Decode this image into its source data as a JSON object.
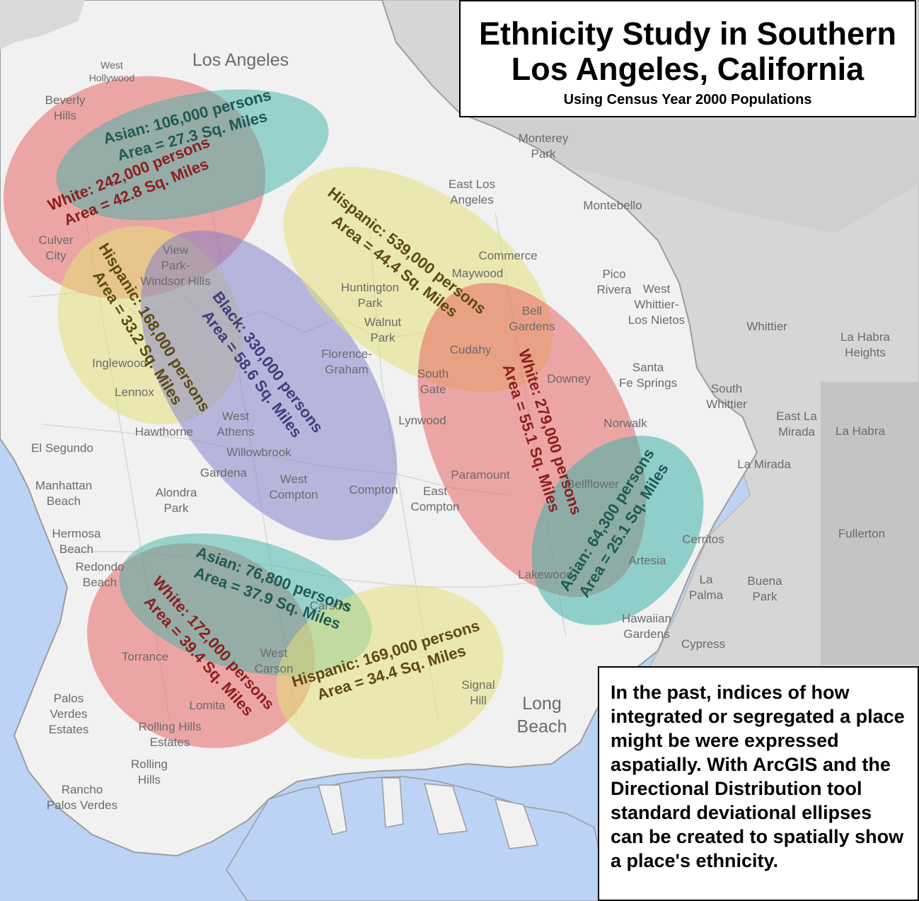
{
  "title": {
    "line1": "Ethnicity Study in Southern",
    "line2": "Los Angeles, California",
    "subtitle": "Using Census Year 2000 Populations"
  },
  "note": "In the past, indices of how integrated or segregated a place might be were expressed aspatially.  With ArcGIS and the Directional Distribution tool standard deviational ellipses can be created to spatially show a place's ethnicity.",
  "colors": {
    "water": "#bcd3f5",
    "land": "#f1f1f1",
    "county_east": "#d4d4d4",
    "asian": "#3fb3a8",
    "white": "#e8595a",
    "hispanic": "#e4e07a",
    "black": "#7c7bc9",
    "asian_text": "#1f5a55",
    "white_text": "#8b1e1e",
    "hispanic_text": "#5b4a12",
    "black_text": "#3f3d7a"
  },
  "places": [
    {
      "id": "west-hollywood",
      "lines": [
        "West",
        "Hollywood"
      ],
      "small": true
    },
    {
      "id": "los-angeles",
      "lines": [
        "Los Angeles"
      ],
      "large": true
    },
    {
      "id": "beverly-hills",
      "lines": [
        "Beverly",
        "Hills"
      ]
    },
    {
      "id": "monterey-park",
      "lines": [
        "Monterey",
        "Park"
      ]
    },
    {
      "id": "east-los-angeles",
      "lines": [
        "East Los",
        "Angeles"
      ]
    },
    {
      "id": "montebello",
      "lines": [
        "Montebello"
      ]
    },
    {
      "id": "culver-city",
      "lines": [
        "Culver",
        "City"
      ]
    },
    {
      "id": "view-park",
      "lines": [
        "View",
        "Park-",
        "Windsor Hills"
      ]
    },
    {
      "id": "commerce",
      "lines": [
        "Commerce"
      ]
    },
    {
      "id": "maywood",
      "lines": [
        "Maywood"
      ]
    },
    {
      "id": "pico-rivera",
      "lines": [
        "Pico",
        "Rivera"
      ]
    },
    {
      "id": "west-whittier",
      "lines": [
        "West",
        "Whittier-",
        "Los Nietos"
      ]
    },
    {
      "id": "huntington-park",
      "lines": [
        "Huntington",
        "Park"
      ]
    },
    {
      "id": "bell-gardens",
      "lines": [
        "Bell",
        "Gardens"
      ]
    },
    {
      "id": "walnut-park",
      "lines": [
        "Walnut",
        "Park"
      ]
    },
    {
      "id": "whittier",
      "lines": [
        "Whittier"
      ]
    },
    {
      "id": "la-habra-heights",
      "lines": [
        "La Habra",
        "Heights"
      ]
    },
    {
      "id": "cudahy",
      "lines": [
        "Cudahy"
      ]
    },
    {
      "id": "florence-graham",
      "lines": [
        "Florence-",
        "Graham"
      ]
    },
    {
      "id": "inglewood",
      "lines": [
        "Inglewood"
      ]
    },
    {
      "id": "south-gate",
      "lines": [
        "South",
        "Gate"
      ]
    },
    {
      "id": "downey",
      "lines": [
        "Downey"
      ]
    },
    {
      "id": "santa-fe-springs",
      "lines": [
        "Santa",
        "Fe Springs"
      ]
    },
    {
      "id": "south-whittier",
      "lines": [
        "South",
        "Whittier"
      ]
    },
    {
      "id": "lennox",
      "lines": [
        "Lennox"
      ]
    },
    {
      "id": "west-athens",
      "lines": [
        "West",
        "Athens"
      ]
    },
    {
      "id": "lynwood",
      "lines": [
        "Lynwood"
      ]
    },
    {
      "id": "east-la-mirada",
      "lines": [
        "East La",
        "Mirada"
      ]
    },
    {
      "id": "la-habra",
      "lines": [
        "La Habra"
      ]
    },
    {
      "id": "hawthorne",
      "lines": [
        "Hawthorne"
      ]
    },
    {
      "id": "norwalk",
      "lines": [
        "Norwalk"
      ]
    },
    {
      "id": "el-segundo",
      "lines": [
        "El Segundo"
      ]
    },
    {
      "id": "willowbrook",
      "lines": [
        "Willowbrook"
      ]
    },
    {
      "id": "la-mirada",
      "lines": [
        "La Mirada"
      ]
    },
    {
      "id": "gardena",
      "lines": [
        "Gardena"
      ]
    },
    {
      "id": "paramount",
      "lines": [
        "Paramount"
      ]
    },
    {
      "id": "manhattan-beach",
      "lines": [
        "Manhattan",
        "Beach"
      ]
    },
    {
      "id": "alondra-park",
      "lines": [
        "Alondra",
        "Park"
      ]
    },
    {
      "id": "west-compton",
      "lines": [
        "West",
        "Compton"
      ]
    },
    {
      "id": "compton",
      "lines": [
        "Compton"
      ]
    },
    {
      "id": "east-compton",
      "lines": [
        "East",
        "Compton"
      ]
    },
    {
      "id": "bellflower",
      "lines": [
        "Bellflower"
      ]
    },
    {
      "id": "hermosa-beach",
      "lines": [
        "Hermosa",
        "Beach"
      ]
    },
    {
      "id": "fullerton",
      "lines": [
        "Fullerton"
      ]
    },
    {
      "id": "cerritos",
      "lines": [
        "Cerritos"
      ]
    },
    {
      "id": "artesia",
      "lines": [
        "Artesia"
      ]
    },
    {
      "id": "redondo-beach",
      "lines": [
        "Redondo",
        "Beach"
      ]
    },
    {
      "id": "lakewood",
      "lines": [
        "Lakewood"
      ]
    },
    {
      "id": "la-palma",
      "lines": [
        "La",
        "Palma"
      ]
    },
    {
      "id": "buena-park",
      "lines": [
        "Buena",
        "Park"
      ]
    },
    {
      "id": "carson",
      "lines": [
        "Carson"
      ]
    },
    {
      "id": "hawaiian-gardens",
      "lines": [
        "Hawaiian",
        "Gardens"
      ]
    },
    {
      "id": "torrance",
      "lines": [
        "Torrance"
      ]
    },
    {
      "id": "west-carson",
      "lines": [
        "West",
        "Carson"
      ]
    },
    {
      "id": "cypress",
      "lines": [
        "Cypress"
      ]
    },
    {
      "id": "signal-hill",
      "lines": [
        "Signal",
        "Hill"
      ]
    },
    {
      "id": "palos-verdes-estates",
      "lines": [
        "Palos",
        "Verdes",
        "Estates"
      ]
    },
    {
      "id": "lomita",
      "lines": [
        "Lomita"
      ]
    },
    {
      "id": "long-beach",
      "lines": [
        "Long",
        "Beach"
      ],
      "large": true
    },
    {
      "id": "rolling-hills-estates",
      "lines": [
        "Rolling Hills",
        "Estates"
      ]
    },
    {
      "id": "rolling-hills",
      "lines": [
        "Rolling",
        "Hills"
      ]
    },
    {
      "id": "rancho-palos-verdes",
      "lines": [
        "Rancho",
        "Palos Verdes"
      ]
    }
  ],
  "ellipses": [
    {
      "id": "white-west",
      "group": "White",
      "lines": [
        "White: 242,000 persons",
        "Area = 42.8 Sq. Miles"
      ]
    },
    {
      "id": "asian-west",
      "group": "Asian",
      "lines": [
        "Asian: 106,000 persons",
        "Area = 27.3 Sq. Miles"
      ]
    },
    {
      "id": "hispanic-southwest",
      "group": "Hispanic",
      "lines": [
        "Hispanic: 168,000 persons",
        "Area = 33.2 Sq. Miles"
      ]
    },
    {
      "id": "black-central",
      "group": "Black",
      "lines": [
        "Black: 330,000 persons",
        "Area = 58.6 Sq. Miles"
      ]
    },
    {
      "id": "hispanic-central",
      "group": "Hispanic",
      "lines": [
        "Hispanic: 539,000 persons",
        "Area = 44.4 Sq. Miles"
      ]
    },
    {
      "id": "white-east",
      "group": "White",
      "lines": [
        "White: 279,000 persons",
        "Area = 55.1 Sq. Miles"
      ]
    },
    {
      "id": "asian-east",
      "group": "Asian",
      "lines": [
        "Asian: 64,300 persons",
        "Area = 25.1 Sq. Miles"
      ]
    },
    {
      "id": "white-south",
      "group": "White",
      "lines": [
        "White: 172,000 persons",
        "Area = 39.4 Sq. Miles"
      ]
    },
    {
      "id": "asian-south",
      "group": "Asian",
      "lines": [
        "Asian: 76,800 persons",
        "Area = 37.9 Sq. Miles"
      ]
    },
    {
      "id": "hispanic-south",
      "group": "Hispanic",
      "lines": [
        "Hispanic: 169,000 persons",
        "Area = 34.4 Sq. Miles"
      ]
    }
  ]
}
